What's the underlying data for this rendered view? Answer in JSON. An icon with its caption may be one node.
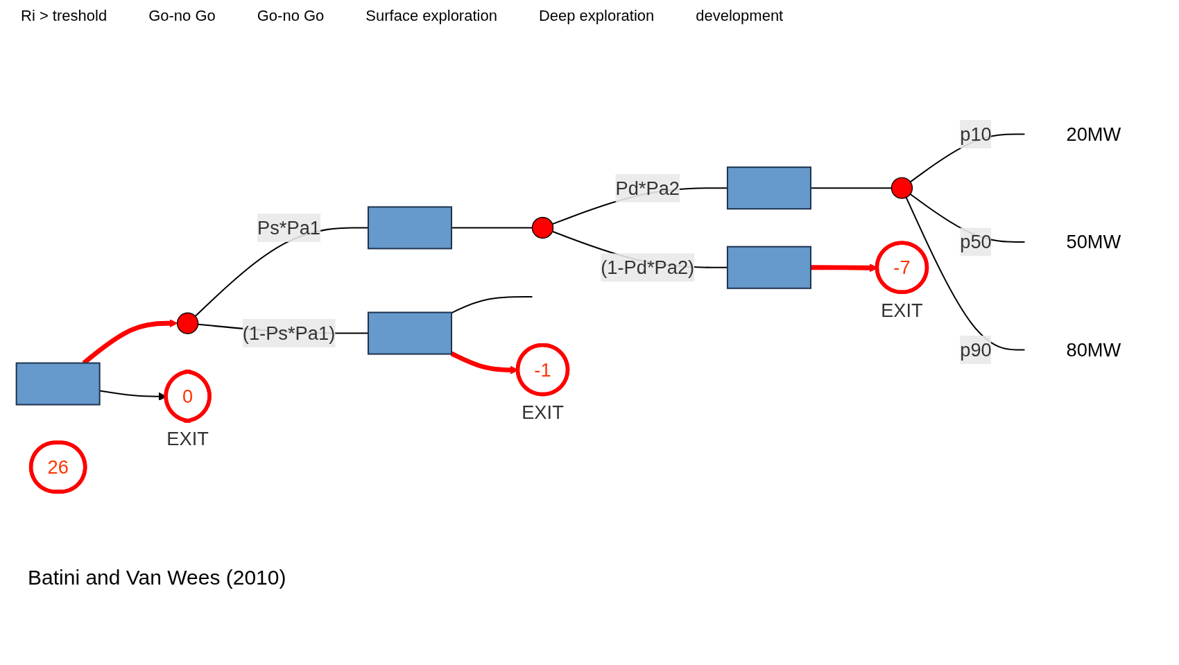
{
  "diagram": {
    "caption": "Batini and Van Wees (2010)",
    "nodes": [
      {
        "text": [],
        "shape": "box"
      },
      {
        "text": [],
        "shape": "circle"
      },
      {
        "text": [
          "0"
        ],
        "beside": [
          "EXIT"
        ]
      },
      {
        "text": [],
        "shape": "box"
      },
      {
        "text": [],
        "shape": "box"
      },
      {
        "text": [
          "-1"
        ],
        "beside": [
          "EXIT"
        ]
      },
      {
        "text": [],
        "shape": "circle"
      },
      {
        "text": [],
        "shape": "box"
      },
      {
        "text": [],
        "shape": "box"
      },
      {
        "text": [
          "-7"
        ],
        "beside": [
          "EXIT"
        ]
      },
      {
        "text": [
          "26"
        ]
      },
      {
        "text": [],
        "shape": "circle"
      },
      {
        "text": [
          "20MW"
        ]
      },
      {
        "text": [
          "50MW"
        ]
      },
      {
        "text": [
          "80MW"
        ]
      }
    ],
    "edges": [
      {
        "from": 0,
        "to": 1,
        "arrow": "to",
        "style": "thick",
        "color": "#ff0000"
      },
      {
        "from": 0,
        "to": 2,
        "arrow": "to"
      },
      {
        "from": 1,
        "to": 3,
        "arrow": "none",
        "label": "Ps*Pa1"
      },
      {
        "from": 1,
        "to": 4,
        "arrow": "none",
        "label": "(1-Ps*Pa1)"
      },
      {
        "from": 4,
        "to": null,
        "arrow": "none"
      },
      {
        "from": 4,
        "to": 5,
        "arrow": "to",
        "style": "thick",
        "color": "#ff0000"
      },
      {
        "from": 3,
        "to": 6,
        "arrow": "none"
      },
      {
        "from": 6,
        "to": 7,
        "arrow": "none",
        "label": "Pd*Pa2"
      },
      {
        "from": 6,
        "to": 8,
        "arrow": "none",
        "label": "(1-Pd*Pa2)"
      },
      {
        "from": 8,
        "to": 9,
        "arrow": "to",
        "style": "thick",
        "color": "#ff0000"
      },
      {
        "from": 7,
        "to": 11,
        "arrow": "none"
      },
      {
        "from": 11,
        "to": 12,
        "arrow": "none",
        "label": "p10"
      },
      {
        "from": 11,
        "to": 13,
        "arrow": "none",
        "label": "p50"
      },
      {
        "from": 11,
        "to": 14,
        "arrow": "none",
        "label": "p90"
      }
    ],
    "labels": [
      "Ri > treshold",
      "Go-no Go",
      "Go-no Go",
      "Surface exploration",
      "Deep exploration",
      "development"
    ]
  }
}
